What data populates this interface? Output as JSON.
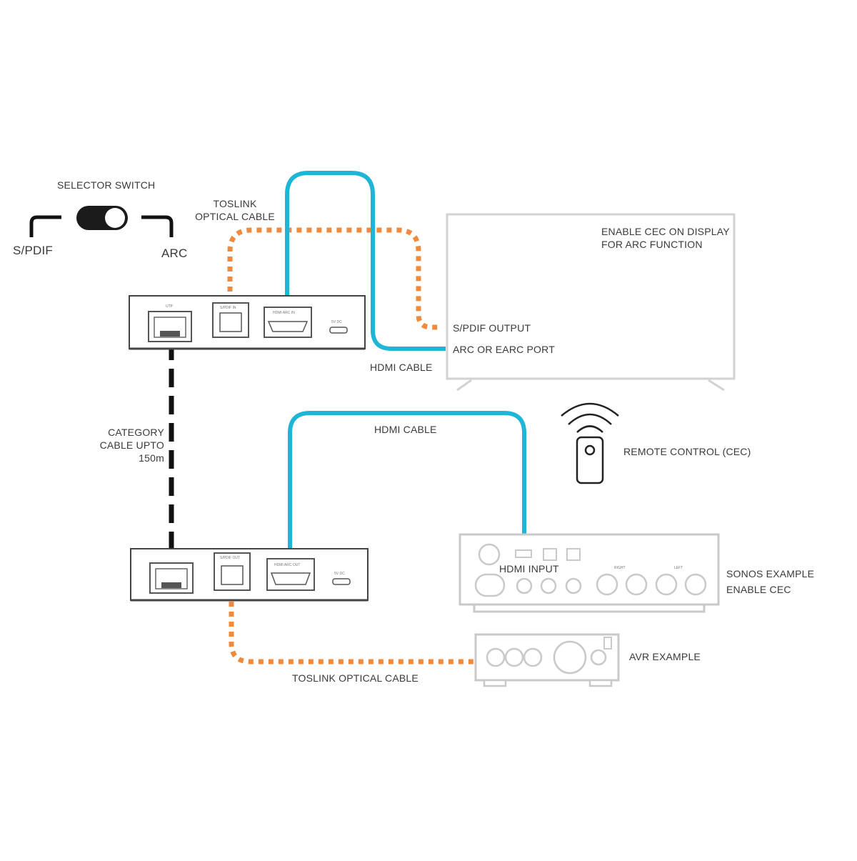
{
  "selector": {
    "title": "SELECTOR SWITCH",
    "left_label": "S/PDIF",
    "right_label": "ARC"
  },
  "cables": {
    "toslink_top_line1": "TOSLINK",
    "toslink_top_line2": "OPTICAL CABLE",
    "hdmi_top": "HDMI CABLE",
    "hdmi_bottom": "HDMI CABLE",
    "category_line1": "CATEGORY",
    "category_line2": "CABLE UPTO",
    "category_line3": "150m",
    "toslink_bottom": "TOSLINK OPTICAL CABLE"
  },
  "display": {
    "note_line1": "ENABLE CEC ON DISPLAY",
    "note_line2": "FOR ARC FUNCTION",
    "spdif_output": "S/PDIF OUTPUT",
    "arc_port": "ARC OR EARC PORT"
  },
  "transmitter_ports": {
    "utp": "UTP",
    "spdif_in": "S/PDIF IN",
    "hdmi_arc_in": "HDMI ARC IN",
    "dc": "5V DC"
  },
  "receiver_ports": {
    "spdif_out": "S/PDIF OUT",
    "hdmi_arc_out": "HDMI ARC OUT",
    "dc": "5V DC"
  },
  "remote": {
    "label": "REMOTE CONTROL (CEC)"
  },
  "sonos": {
    "hdmi_input": "HDMI INPUT",
    "right": "RIGHT",
    "left": "LEFT",
    "label_line1": "SONOS EXAMPLE",
    "label_line2": "ENABLE CEC"
  },
  "avr": {
    "label": "AVR EXAMPLE"
  },
  "colors": {
    "hdmi": "#1fb6d6",
    "optical": "#f08a3c",
    "category": "#111111",
    "device": "#444444",
    "device_faded": "#c9c9c9"
  }
}
